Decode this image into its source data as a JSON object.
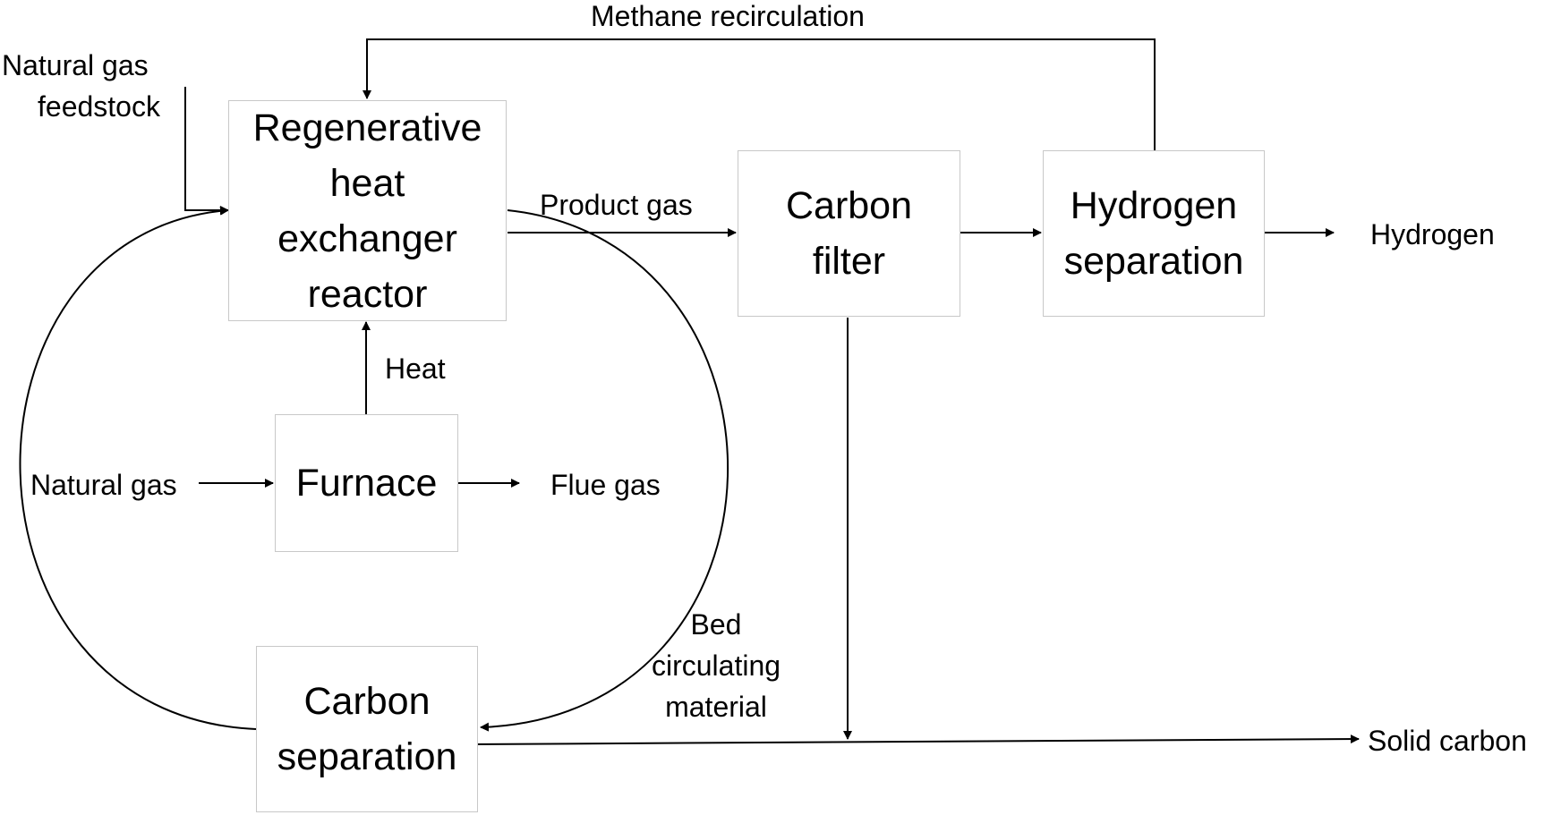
{
  "boxes": {
    "reactor": [
      "Regenerative",
      "heat",
      "exchanger",
      "reactor"
    ],
    "furnace": [
      "Furnace"
    ],
    "carbon_filter": [
      "Carbon",
      "filter"
    ],
    "hydrogen_separation": [
      "Hydrogen",
      "separation"
    ],
    "carbon_separation": [
      "Carbon",
      "separation"
    ]
  },
  "labels": {
    "methane_recirculation": "Methane recirculation",
    "natural_gas_feedstock": [
      "Natural gas",
      "feedstock"
    ],
    "product_gas": "Product gas",
    "hydrogen": "Hydrogen",
    "heat": "Heat",
    "natural_gas": "Natural gas",
    "flue_gas": "Flue gas",
    "bed_circulating_material": [
      "Bed",
      "circulating",
      "material"
    ],
    "solid_carbon": "Solid carbon"
  }
}
